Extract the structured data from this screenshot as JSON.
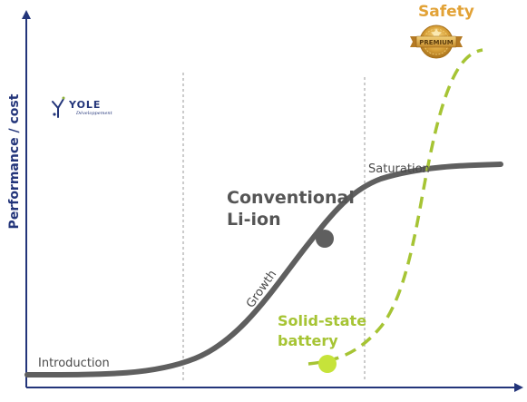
{
  "axis": {
    "y_title": "Performance / cost"
  },
  "phases": {
    "introduction": "Introduction",
    "growth": "Growth",
    "saturation": "Saturation"
  },
  "curves": {
    "conventional": {
      "line1": "Conventional",
      "line2": "Li-ion",
      "color": "#5f5f5f"
    },
    "solid_state": {
      "line1": "Solid-state",
      "line2": "battery",
      "color": "#a6c434"
    }
  },
  "badge": {
    "title": "Safety",
    "label": "PREMIUM",
    "color": "#e2a236"
  },
  "logo": {
    "name": "YOLE",
    "tagline": "Développement"
  },
  "colors": {
    "axis": "#23357a",
    "divider": "#9a9a9a"
  }
}
